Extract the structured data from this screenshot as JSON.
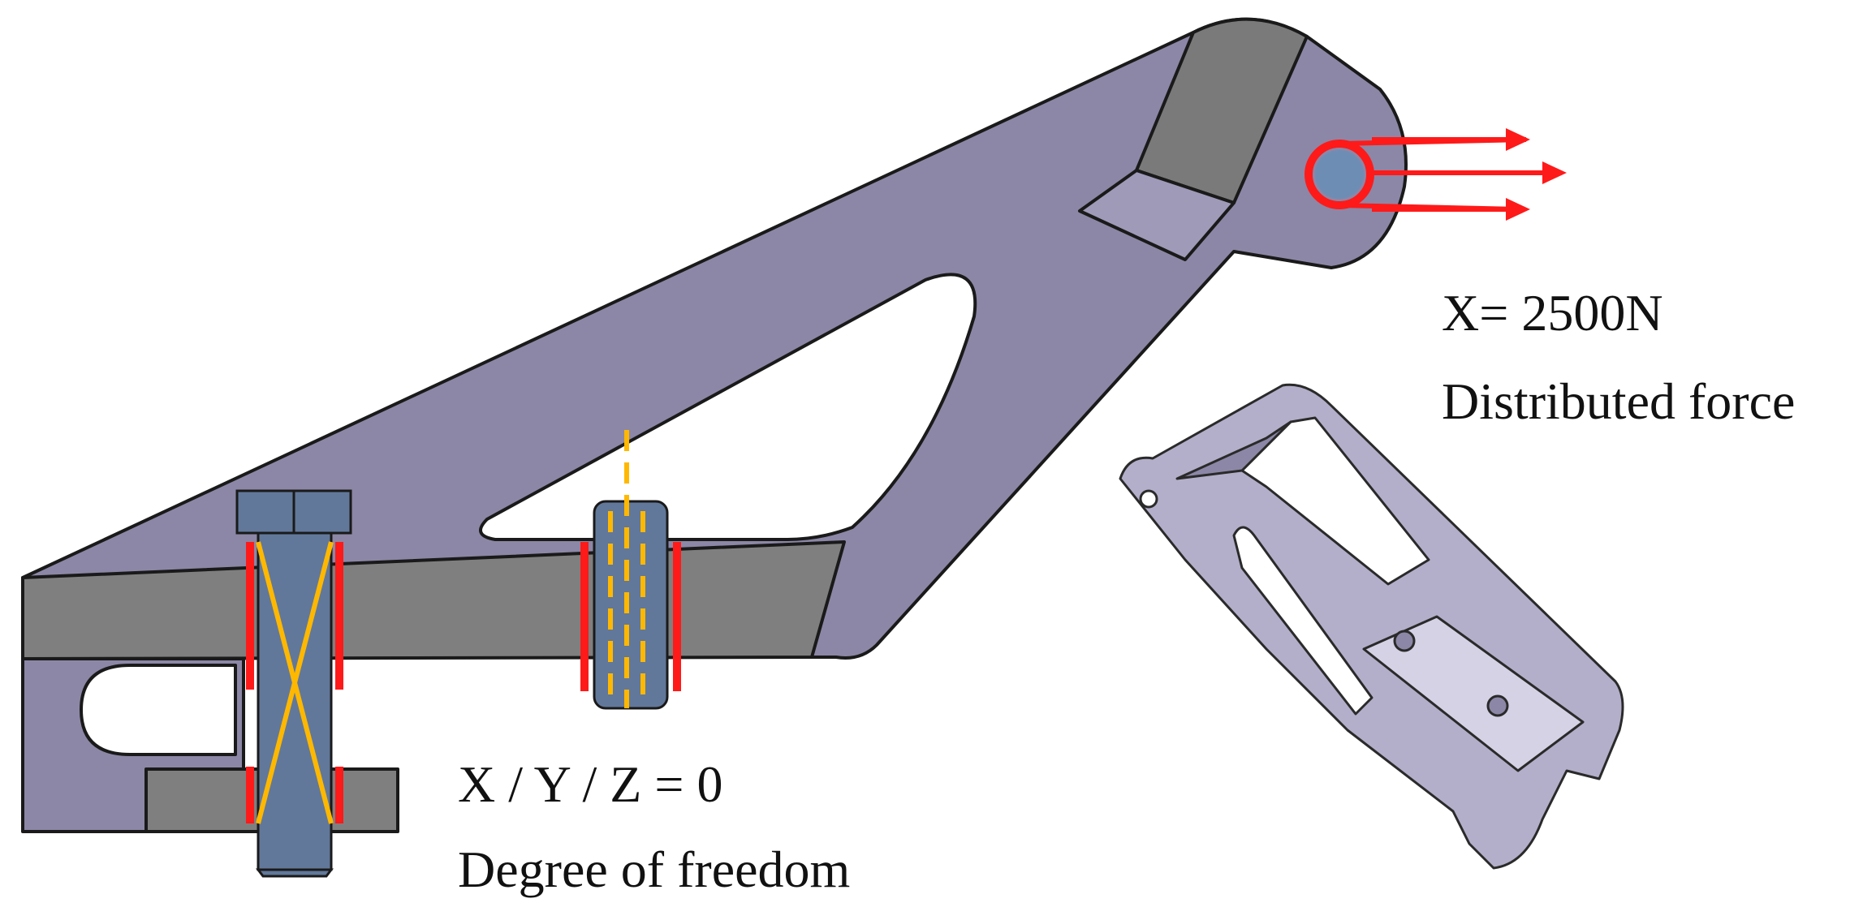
{
  "labels": {
    "force_value": "X= 2500N",
    "force_type": "Distributed force",
    "constraint_value": "X / Y / Z = 0",
    "constraint_type": "Degree of freedom"
  },
  "colors": {
    "part_face": "#8c87a6",
    "part_light": "#b3afca",
    "section_fill": "#7f7f7f",
    "bolt_fill": "#61789a",
    "constraint_line": "#ff1a1a",
    "pin_axis": "#ffb800",
    "force_arrow": "#ff1a1a",
    "outline": "#1a1a1a"
  }
}
